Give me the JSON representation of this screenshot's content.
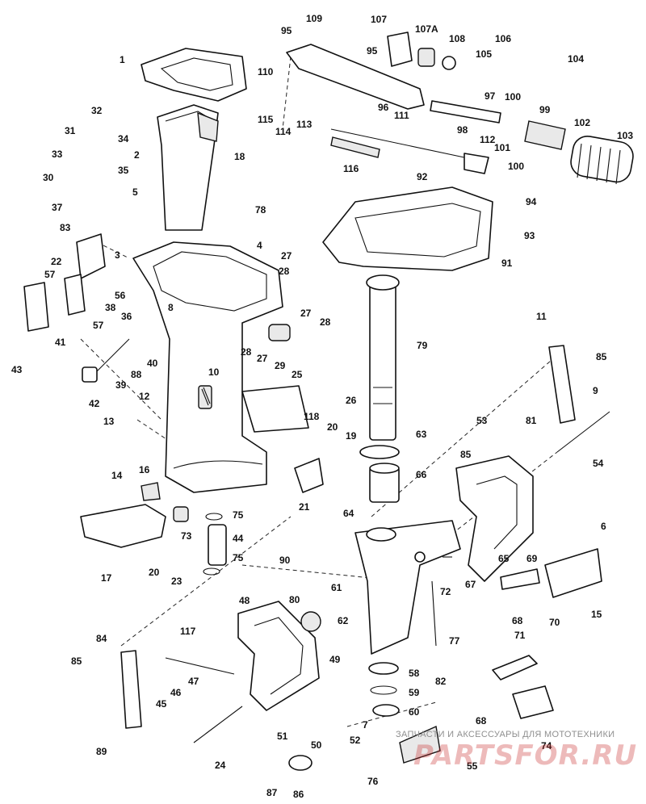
{
  "callouts": [
    {
      "id": "1",
      "label": "1"
    },
    {
      "id": "2",
      "label": "2"
    },
    {
      "id": "3",
      "label": "3"
    },
    {
      "id": "4",
      "label": "4"
    },
    {
      "id": "5",
      "label": "5"
    },
    {
      "id": "6",
      "label": "6"
    },
    {
      "id": "7",
      "label": "7"
    },
    {
      "id": "8",
      "label": "8"
    },
    {
      "id": "9",
      "label": "9"
    },
    {
      "id": "10",
      "label": "10"
    },
    {
      "id": "11",
      "label": "11"
    },
    {
      "id": "12",
      "label": "12"
    },
    {
      "id": "13",
      "label": "13"
    },
    {
      "id": "14",
      "label": "14"
    },
    {
      "id": "15",
      "label": "15"
    },
    {
      "id": "16",
      "label": "16"
    },
    {
      "id": "17",
      "label": "17"
    },
    {
      "id": "18",
      "label": "18"
    },
    {
      "id": "19",
      "label": "19"
    },
    {
      "id": "20a",
      "label": "20"
    },
    {
      "id": "20b",
      "label": "20"
    },
    {
      "id": "21",
      "label": "21"
    },
    {
      "id": "22",
      "label": "22"
    },
    {
      "id": "23",
      "label": "23"
    },
    {
      "id": "24",
      "label": "24"
    },
    {
      "id": "25",
      "label": "25"
    },
    {
      "id": "26",
      "label": "26"
    },
    {
      "id": "27a",
      "label": "27"
    },
    {
      "id": "27b",
      "label": "27"
    },
    {
      "id": "27c",
      "label": "27"
    },
    {
      "id": "28a",
      "label": "28"
    },
    {
      "id": "28b",
      "label": "28"
    },
    {
      "id": "28c",
      "label": "28"
    },
    {
      "id": "29",
      "label": "29"
    },
    {
      "id": "30",
      "label": "30"
    },
    {
      "id": "31",
      "label": "31"
    },
    {
      "id": "32",
      "label": "32"
    },
    {
      "id": "33",
      "label": "33"
    },
    {
      "id": "34",
      "label": "34"
    },
    {
      "id": "35",
      "label": "35"
    },
    {
      "id": "36",
      "label": "36"
    },
    {
      "id": "37",
      "label": "37"
    },
    {
      "id": "38",
      "label": "38"
    },
    {
      "id": "39",
      "label": "39"
    },
    {
      "id": "40",
      "label": "40"
    },
    {
      "id": "41",
      "label": "41"
    },
    {
      "id": "42",
      "label": "42"
    },
    {
      "id": "43",
      "label": "43"
    },
    {
      "id": "44",
      "label": "44"
    },
    {
      "id": "45",
      "label": "45"
    },
    {
      "id": "46",
      "label": "46"
    },
    {
      "id": "47",
      "label": "47"
    },
    {
      "id": "48",
      "label": "48"
    },
    {
      "id": "49",
      "label": "49"
    },
    {
      "id": "50",
      "label": "50"
    },
    {
      "id": "51",
      "label": "51"
    },
    {
      "id": "52",
      "label": "52"
    },
    {
      "id": "53",
      "label": "53"
    },
    {
      "id": "54",
      "label": "54"
    },
    {
      "id": "55",
      "label": "55"
    },
    {
      "id": "56",
      "label": "56"
    },
    {
      "id": "57a",
      "label": "57"
    },
    {
      "id": "57b",
      "label": "57"
    },
    {
      "id": "58",
      "label": "58"
    },
    {
      "id": "59",
      "label": "59"
    },
    {
      "id": "60",
      "label": "60"
    },
    {
      "id": "61",
      "label": "61"
    },
    {
      "id": "62",
      "label": "62"
    },
    {
      "id": "63",
      "label": "63"
    },
    {
      "id": "64",
      "label": "64"
    },
    {
      "id": "65",
      "label": "65"
    },
    {
      "id": "66",
      "label": "66"
    },
    {
      "id": "67",
      "label": "67"
    },
    {
      "id": "68a",
      "label": "68"
    },
    {
      "id": "68b",
      "label": "68"
    },
    {
      "id": "69",
      "label": "69"
    },
    {
      "id": "70",
      "label": "70"
    },
    {
      "id": "71",
      "label": "71"
    },
    {
      "id": "72",
      "label": "72"
    },
    {
      "id": "73",
      "label": "73"
    },
    {
      "id": "74",
      "label": "74"
    },
    {
      "id": "75a",
      "label": "75"
    },
    {
      "id": "75b",
      "label": "75"
    },
    {
      "id": "76",
      "label": "76"
    },
    {
      "id": "77",
      "label": "77"
    },
    {
      "id": "78",
      "label": "78"
    },
    {
      "id": "79",
      "label": "79"
    },
    {
      "id": "80",
      "label": "80"
    },
    {
      "id": "81",
      "label": "81"
    },
    {
      "id": "82",
      "label": "82"
    },
    {
      "id": "83",
      "label": "83"
    },
    {
      "id": "84",
      "label": "84"
    },
    {
      "id": "85a",
      "label": "85"
    },
    {
      "id": "85b",
      "label": "85"
    },
    {
      "id": "85c",
      "label": "85"
    },
    {
      "id": "86",
      "label": "86"
    },
    {
      "id": "87",
      "label": "87"
    },
    {
      "id": "88",
      "label": "88"
    },
    {
      "id": "89",
      "label": "89"
    },
    {
      "id": "90",
      "label": "90"
    },
    {
      "id": "91",
      "label": "91"
    },
    {
      "id": "92",
      "label": "92"
    },
    {
      "id": "93",
      "label": "93"
    },
    {
      "id": "94",
      "label": "94"
    },
    {
      "id": "95a",
      "label": "95"
    },
    {
      "id": "95b",
      "label": "95"
    },
    {
      "id": "96",
      "label": "96"
    },
    {
      "id": "97",
      "label": "97"
    },
    {
      "id": "98",
      "label": "98"
    },
    {
      "id": "99",
      "label": "99"
    },
    {
      "id": "100a",
      "label": "100"
    },
    {
      "id": "100b",
      "label": "100"
    },
    {
      "id": "101",
      "label": "101"
    },
    {
      "id": "102",
      "label": "102"
    },
    {
      "id": "103",
      "label": "103"
    },
    {
      "id": "104",
      "label": "104"
    },
    {
      "id": "105",
      "label": "105"
    },
    {
      "id": "106",
      "label": "106"
    },
    {
      "id": "107",
      "label": "107"
    },
    {
      "id": "107A",
      "label": "107A"
    },
    {
      "id": "108",
      "label": "108"
    },
    {
      "id": "109",
      "label": "109"
    },
    {
      "id": "110",
      "label": "110"
    },
    {
      "id": "111",
      "label": "111"
    },
    {
      "id": "112",
      "label": "112"
    },
    {
      "id": "113",
      "label": "113"
    },
    {
      "id": "114",
      "label": "114"
    },
    {
      "id": "115",
      "label": "115"
    },
    {
      "id": "116",
      "label": "116"
    },
    {
      "id": "117",
      "label": "117"
    },
    {
      "id": "118",
      "label": "118"
    }
  ],
  "watermark": {
    "text": "ЗАПЧАСТИ И АКСЕССУАРЫ ДЛЯ МОТОТЕХНИКИ",
    "logo": "PARTSFOR.RU"
  }
}
